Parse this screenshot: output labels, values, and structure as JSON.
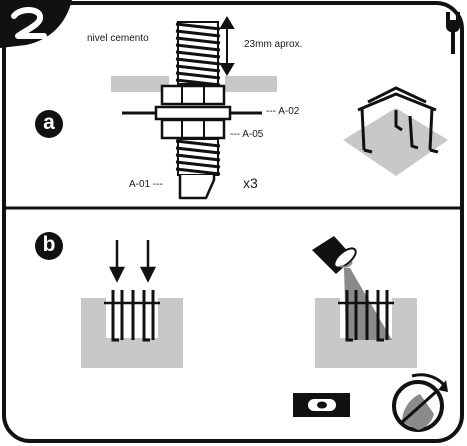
{
  "step": {
    "number": "2",
    "tool_icon": "wrench-icon"
  },
  "panel_a": {
    "badge": "a",
    "label_cement_level": "nivel cemento",
    "label_depth": "23mm aprox.",
    "label_a02": "--- A-02",
    "label_a05": "--- A-05",
    "label_a01": "A-01 ---",
    "quantity": "x3"
  },
  "panel_b": {
    "badge": "b",
    "icons": [
      "bucket-pour-icon",
      "spirit-level-icon",
      "rotate-icon"
    ]
  },
  "colors": {
    "ink": "#111111",
    "gray": "#c8c8c8",
    "dark_gray": "#8a8a8a",
    "background": "#ffffff"
  }
}
